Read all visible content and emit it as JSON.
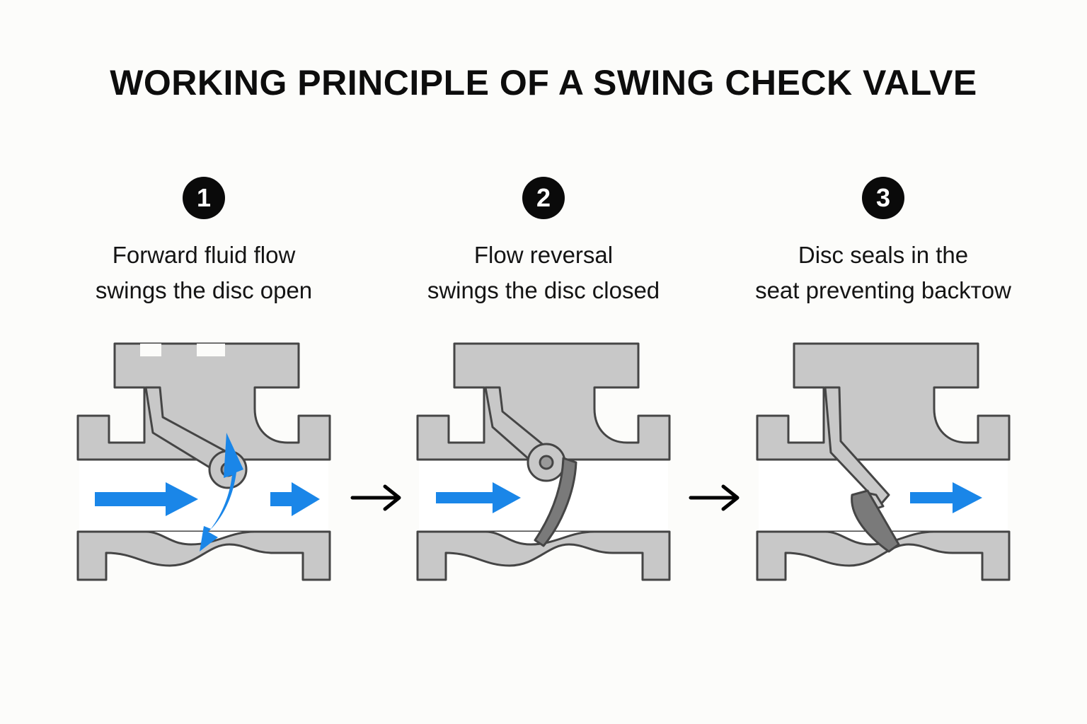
{
  "title": "WORKING PRINCIPLE OF A SWING CHECK VALVE",
  "steps": [
    {
      "number": "1",
      "caption_line1": "Forward fluid flow",
      "caption_line2": "swings the disc open"
    },
    {
      "number": "2",
      "caption_line1": "Flow reversal",
      "caption_line2": "swings the disc closed"
    },
    {
      "number": "3",
      "caption_line1": "Disc seals in the",
      "caption_line2": "seat preventing backтow"
    }
  ],
  "colors": {
    "background": "#fcfcfa",
    "valve_body": "#c8c8c8",
    "outline": "#454545",
    "disc": "#7a7a7a",
    "flow_arrow": "#1a86e8",
    "step_arrow": "#000000"
  },
  "icons": [
    "forward-flow-arrow",
    "swing-flow-arrow",
    "step-arrow"
  ]
}
